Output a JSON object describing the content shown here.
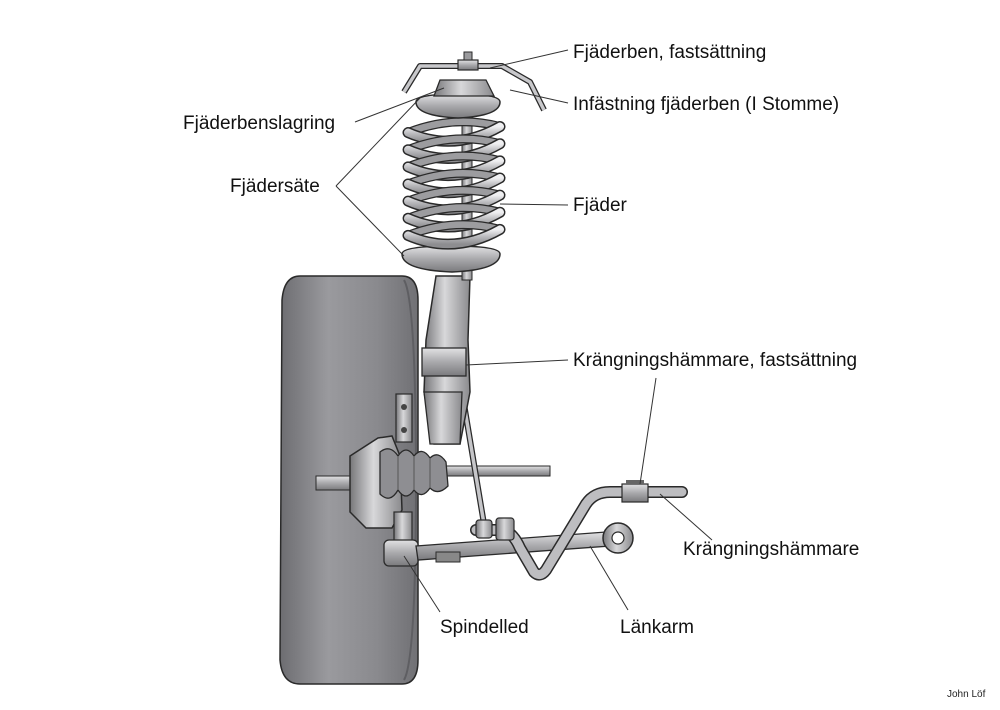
{
  "labels": {
    "strut_mount": "Fjäderben, fastsättning",
    "strut_bearing": "Fjäderbenslagring",
    "body_mount": "Infästning fjäderben (I Stomme)",
    "spring_seat": "Fjädersäte",
    "spring": "Fjäder",
    "stabilizer_mount": "Krängningshämmare, fastsättning",
    "stabilizer_bar": "Krängningshämmare",
    "ball_joint": "Spindelled",
    "control_arm": "Länkarm"
  },
  "credit": "John Löf",
  "colors": {
    "metal_dark": "#6f6f72",
    "metal_mid": "#a7a7aa",
    "metal_light": "#d9d9db",
    "tire": "#8c8c90",
    "outline": "#2a2a2a",
    "leader": "#333333"
  }
}
